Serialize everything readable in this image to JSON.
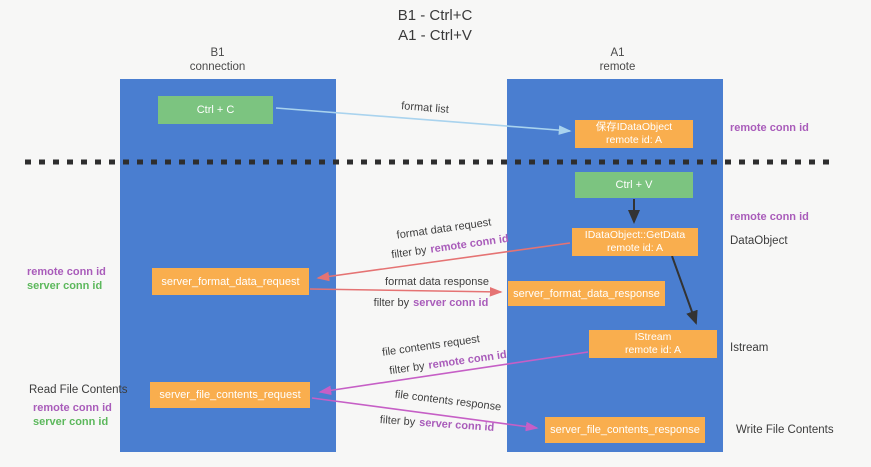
{
  "title": {
    "line1": "B1 - Ctrl+C",
    "line2": "A1 - Ctrl+V"
  },
  "columns": {
    "b1": {
      "name": "B1",
      "role": "connection"
    },
    "a1": {
      "name": "A1",
      "role": "remote"
    }
  },
  "boxes": {
    "ctrl_c": "Ctrl + C",
    "ctrl_v": "Ctrl + V",
    "save_idataobject": {
      "line1": "保存IDataObject",
      "line2": "remote id: A"
    },
    "getdata": {
      "line1": "IDataObject::GetData",
      "line2": "remote id: A"
    },
    "istream": {
      "line1": "IStream",
      "line2": "remote id: A"
    },
    "server_format_data_request": "server_format_data_request",
    "server_format_data_response": "server_format_data_response",
    "server_file_contents_request": "server_file_contents_request",
    "server_file_contents_response": "server_file_contents_response"
  },
  "arrow_labels": {
    "format_list": "format list",
    "format_data_request": "format data request",
    "format_data_response": "format data response",
    "file_contents_request": "file contents request",
    "file_contents_response": "file contents response",
    "filter_by": "filter by",
    "remote_conn_id": "remote conn id",
    "server_conn_id": "server conn id"
  },
  "side_labels": {
    "remote_conn_id": "remote conn id",
    "server_conn_id": "server conn id",
    "dataobject": "DataObject",
    "istream": "Istream",
    "read_file_contents": "Read File Contents",
    "write_file_contents": "Write File Contents"
  },
  "colors": {
    "column_blue": "#4a7ed0",
    "box_orange": "#f9ae4e",
    "box_green": "#7cc480",
    "arrow_light_blue": "#a9d3ee",
    "arrow_red": "#e57373",
    "arrow_magenta": "#c65fc6",
    "arrow_dark": "#333333",
    "dashed_line": "#2e2e2e",
    "text_purple": "#a95cba",
    "text_green": "#5cb85c",
    "text_dark": "#3c3c3c",
    "background": "#f7f7f6"
  }
}
